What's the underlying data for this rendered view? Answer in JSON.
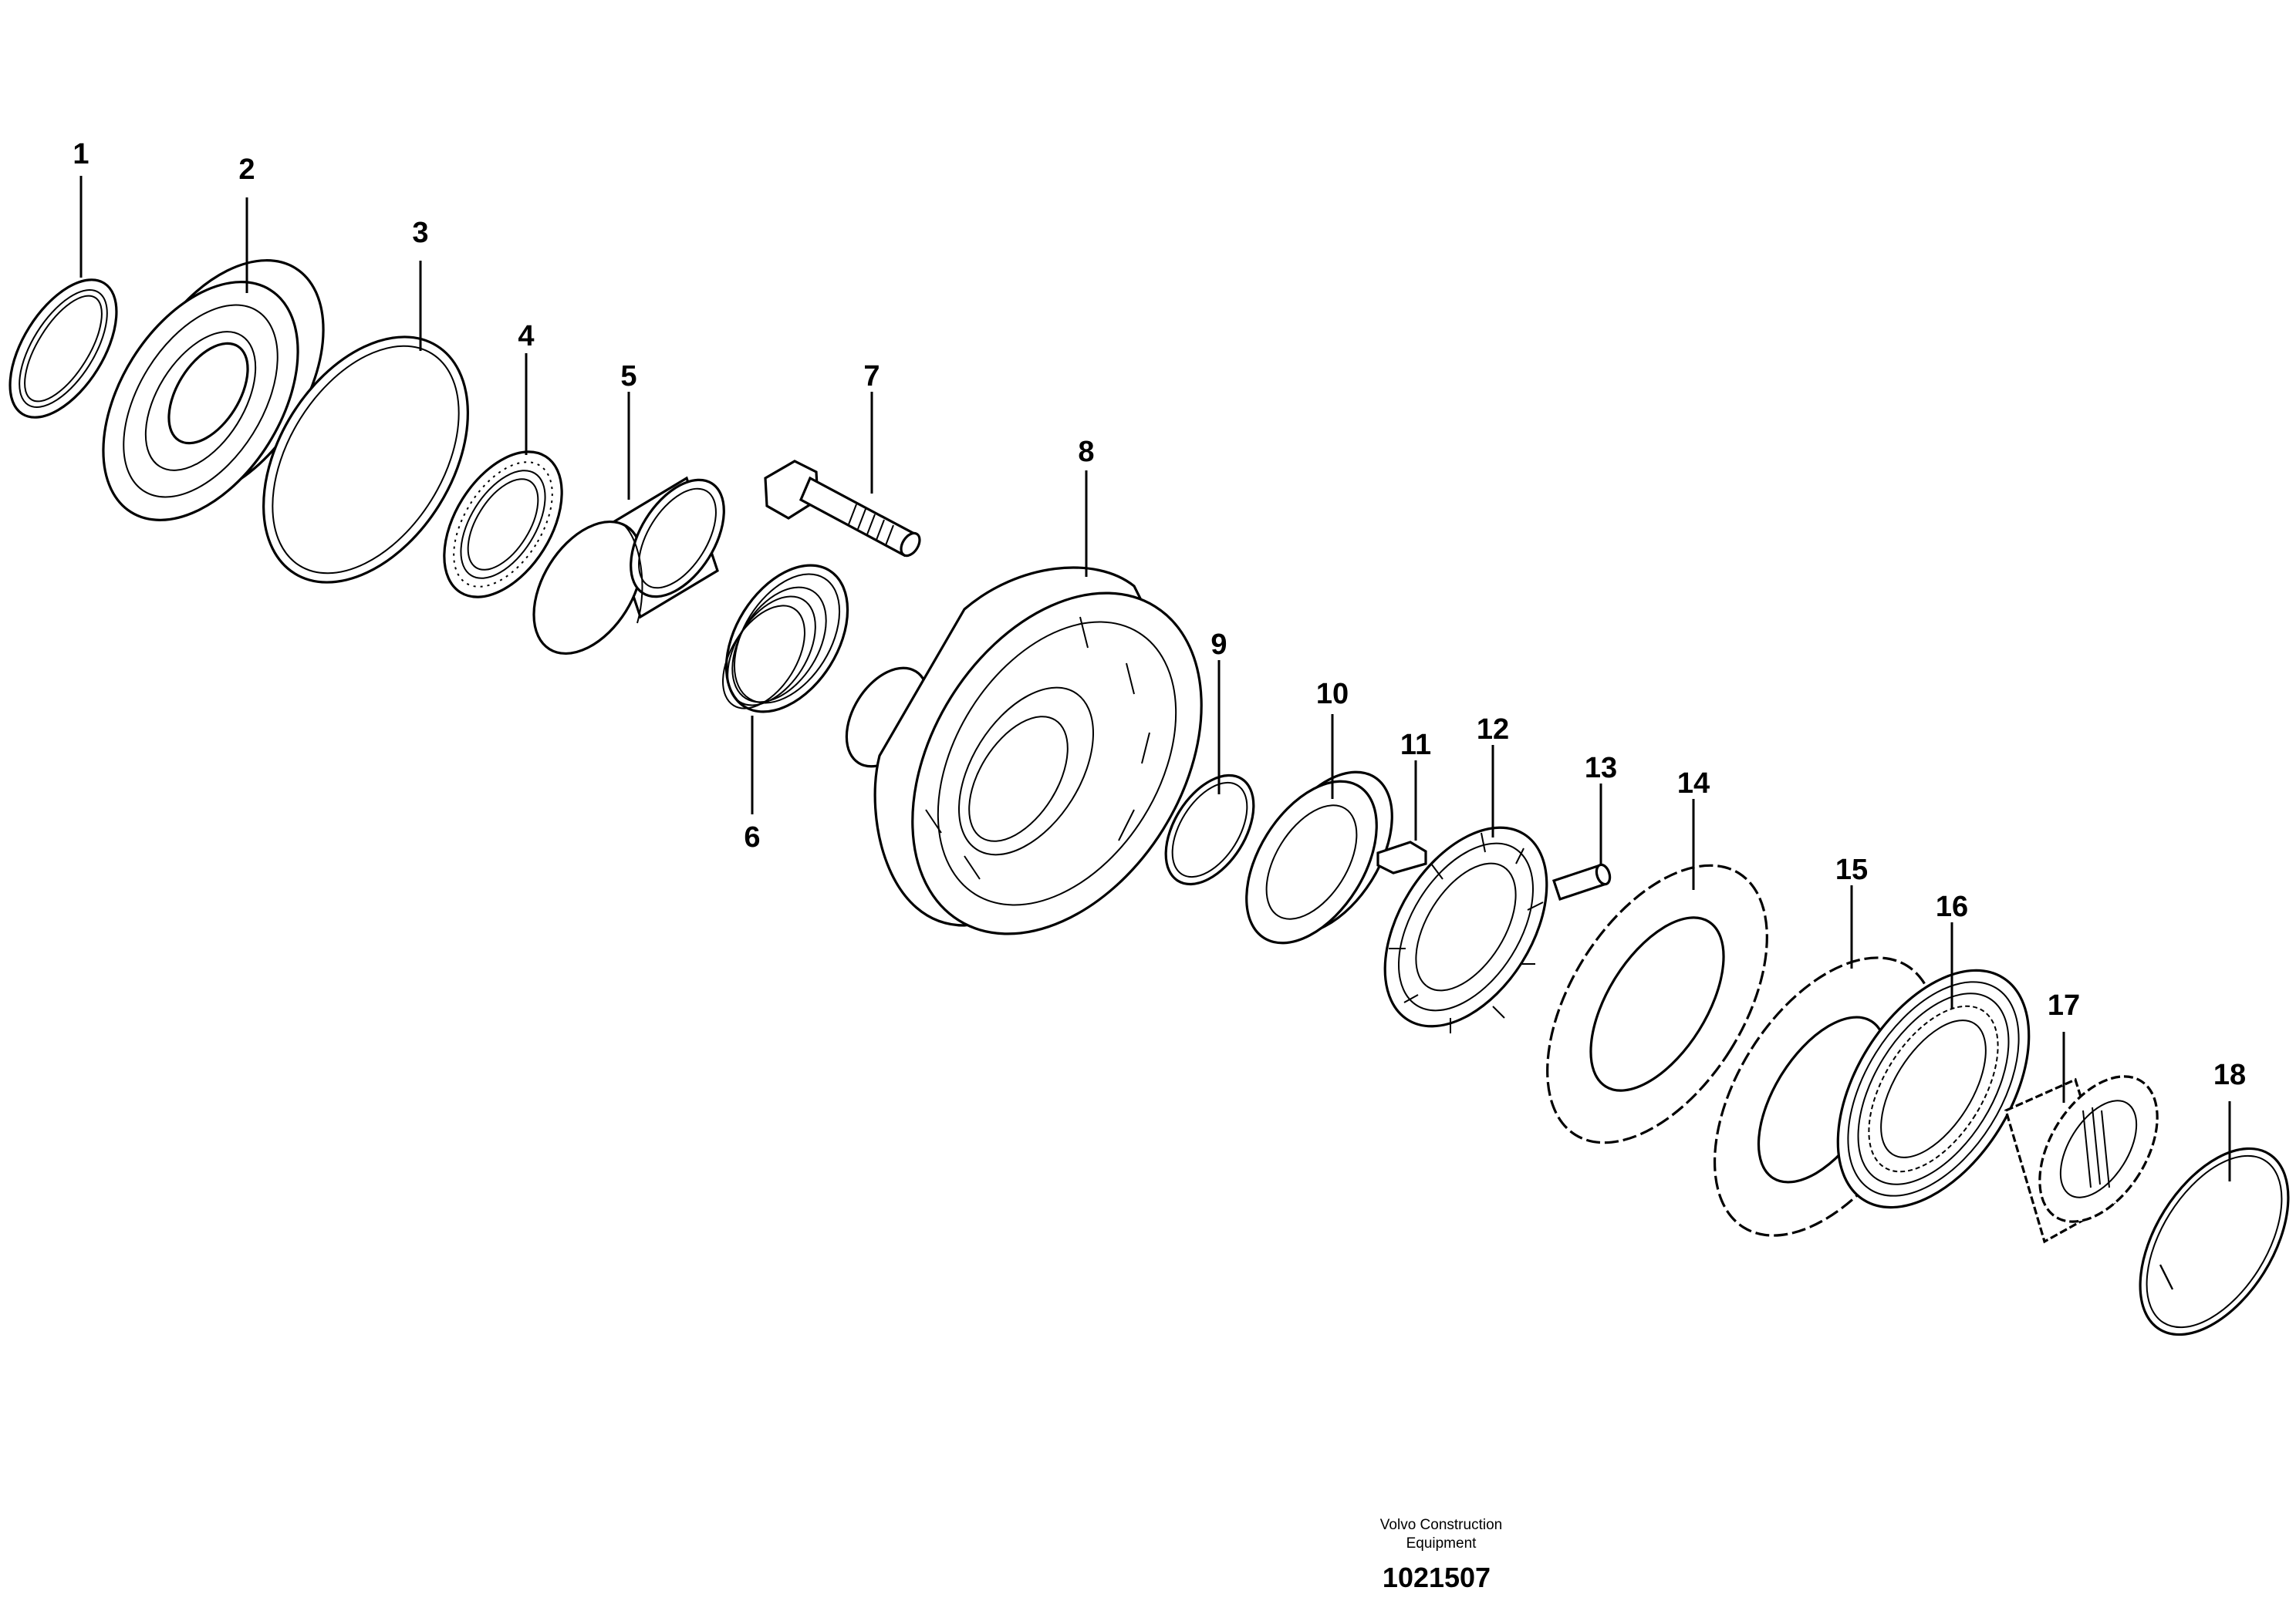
{
  "callouts": [
    {
      "number": "1"
    },
    {
      "number": "2"
    },
    {
      "number": "3"
    },
    {
      "number": "4"
    },
    {
      "number": "5"
    },
    {
      "number": "6"
    },
    {
      "number": "7"
    },
    {
      "number": "8"
    },
    {
      "number": "9"
    },
    {
      "number": "10"
    },
    {
      "number": "11"
    },
    {
      "number": "12"
    },
    {
      "number": "13"
    },
    {
      "number": "14"
    },
    {
      "number": "15"
    },
    {
      "number": "16"
    },
    {
      "number": "17"
    },
    {
      "number": "18"
    }
  ],
  "footer": {
    "credit_line1": "Volvo Construction",
    "credit_line2": "Equipment",
    "drawing_number": "1021507"
  }
}
